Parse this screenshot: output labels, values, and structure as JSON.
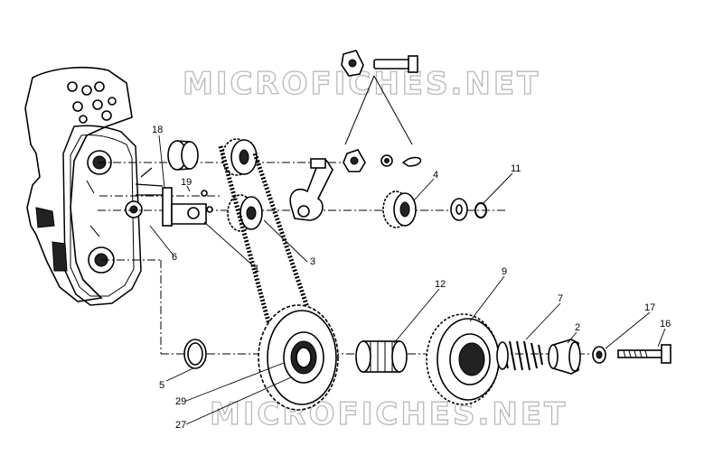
{
  "watermark": "MICROFICHES.NET",
  "callouts": [
    "18",
    "19",
    "6",
    "1",
    "3",
    "4",
    "11",
    "12",
    "9",
    "7",
    "2",
    "17",
    "16",
    "5",
    "29",
    "27"
  ]
}
